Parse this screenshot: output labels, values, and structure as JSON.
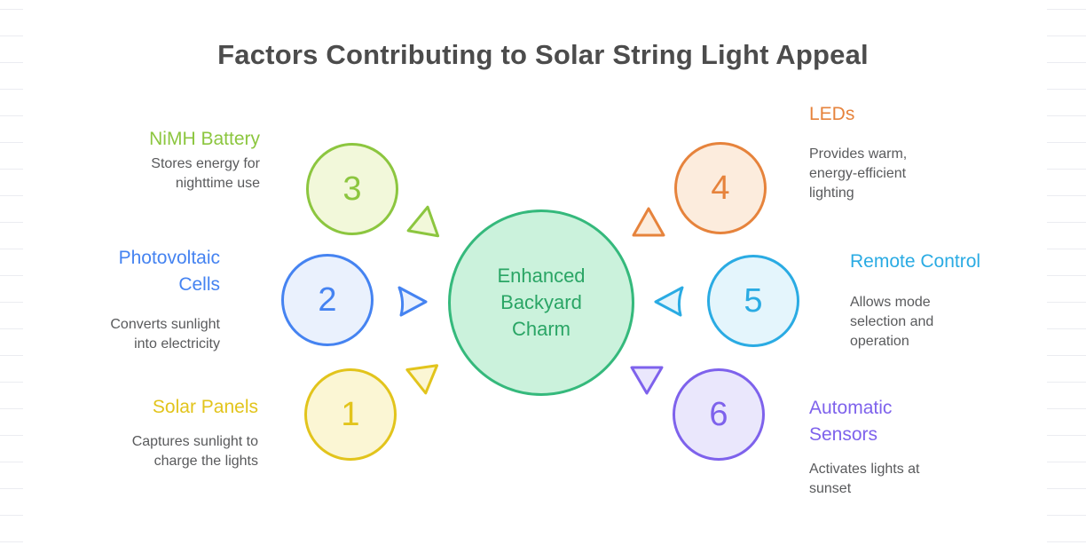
{
  "title": "Factors Contributing to Solar String Light Appeal",
  "center": {
    "label": "Enhanced\nBackyard\nCharm",
    "border_color": "#35b97c",
    "fill_color": "#cbf2dc",
    "text_color": "#2aa565"
  },
  "factors": [
    {
      "num": "1",
      "label": "Solar Panels",
      "desc": "Captures sunlight to\ncharge the lights",
      "color": "#e2c41c",
      "fill": "#fbf6d4",
      "arrow": "down"
    },
    {
      "num": "2",
      "label": "Photovoltaic\nCells",
      "desc": "Converts sunlight\ninto electricity",
      "color": "#4583f1",
      "fill": "#eaf1fd",
      "arrow": "right"
    },
    {
      "num": "3",
      "label": "NiMH Battery",
      "desc": "Stores energy for\nnighttime use",
      "color": "#8cc63f",
      "fill": "#f2f8da",
      "arrow": "up"
    },
    {
      "num": "4",
      "label": "LEDs",
      "desc": "Provides warm,\nenergy-efficient\nlighting",
      "color": "#e6833c",
      "fill": "#fcecdd",
      "arrow": "up"
    },
    {
      "num": "5",
      "label": "Remote Control",
      "desc": "Allows mode\nselection and\noperation",
      "color": "#2aabe3",
      "fill": "#e4f5fc",
      "arrow": "left"
    },
    {
      "num": "6",
      "label": "Automatic\nSensors",
      "desc": "Activates lights at\nsunset",
      "color": "#7e62ec",
      "fill": "#eae7fc",
      "arrow": "down"
    }
  ],
  "style": {
    "title_color": "#4c4c4c",
    "description_color": "#595a5c",
    "ruled_line_color": "#ebecf1"
  }
}
